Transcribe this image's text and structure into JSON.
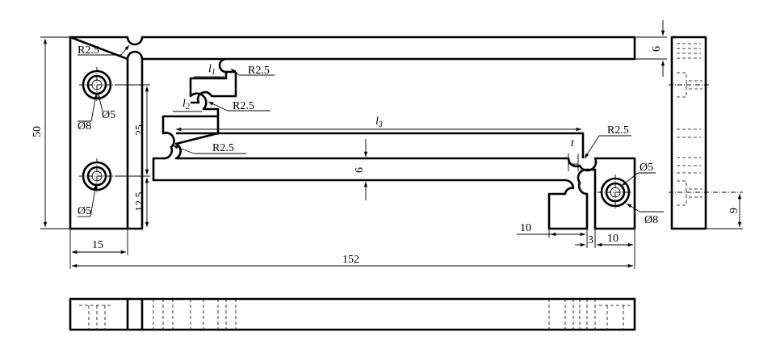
{
  "labels": {
    "r_top": "R2.5",
    "r_l1": "R2.5",
    "r_l2": "R2.5",
    "r_mid": "R2.5",
    "r_right": "R2.5",
    "d8_left": "Ø8",
    "d5_left_top": "Ø5",
    "d5_left_bottom": "Ø5",
    "d5_right": "Ø5",
    "d8_right": "Ø8",
    "l1": "l",
    "l1_sub": "1",
    "l2": "l",
    "l2_sub": "2",
    "l3": "l",
    "l3_sub": "3",
    "t": "t"
  },
  "dimensions": {
    "height_50": "50",
    "hole_spacing_25": "25",
    "hole_offset_12_5": "12.5",
    "beam_thickness_6": "6",
    "top_beam_6": "6",
    "side_9": "9",
    "width_15": "15",
    "total_152": "152",
    "pad_10_left": "10",
    "gap_3": "3",
    "pad_10_right": "10"
  }
}
